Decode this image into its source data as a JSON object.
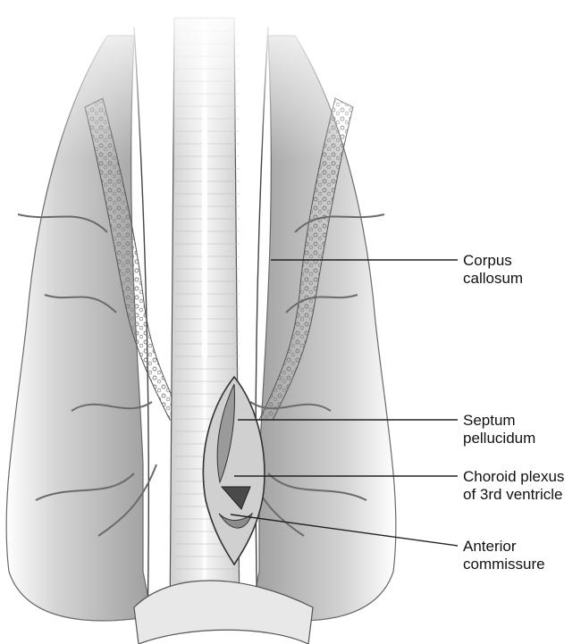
{
  "labels": {
    "corpus_callosum": [
      "Corpus",
      "callosum"
    ],
    "septum_pellucidum": [
      "Septum",
      "pellucidum"
    ],
    "choroid_plexus": [
      "Choroid plexus",
      "of 3rd ventricle"
    ],
    "anterior_commissure": [
      "Anterior",
      "commissure"
    ]
  },
  "colors": {
    "tissue_light": "#e6e6e6",
    "tissue_mid": "#bdbdbd",
    "tissue_dark": "#6f6f6f",
    "outline": "#3a3a3a",
    "vessel": "#6b6b6b",
    "leader_line": "#222222"
  }
}
